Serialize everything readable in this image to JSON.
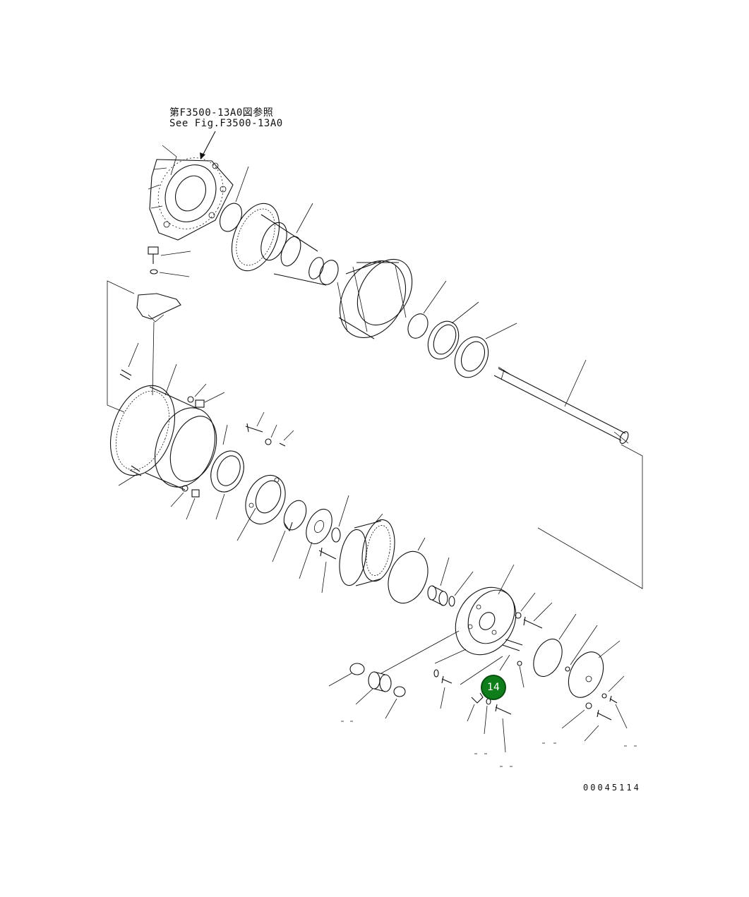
{
  "reference_note": {
    "japanese": "第F3500-13A0図参照",
    "english": "See Fig.F3500-13A0"
  },
  "callout": {
    "number": "14",
    "color": "#0f7d1a"
  },
  "drawing_number": "00045114"
}
